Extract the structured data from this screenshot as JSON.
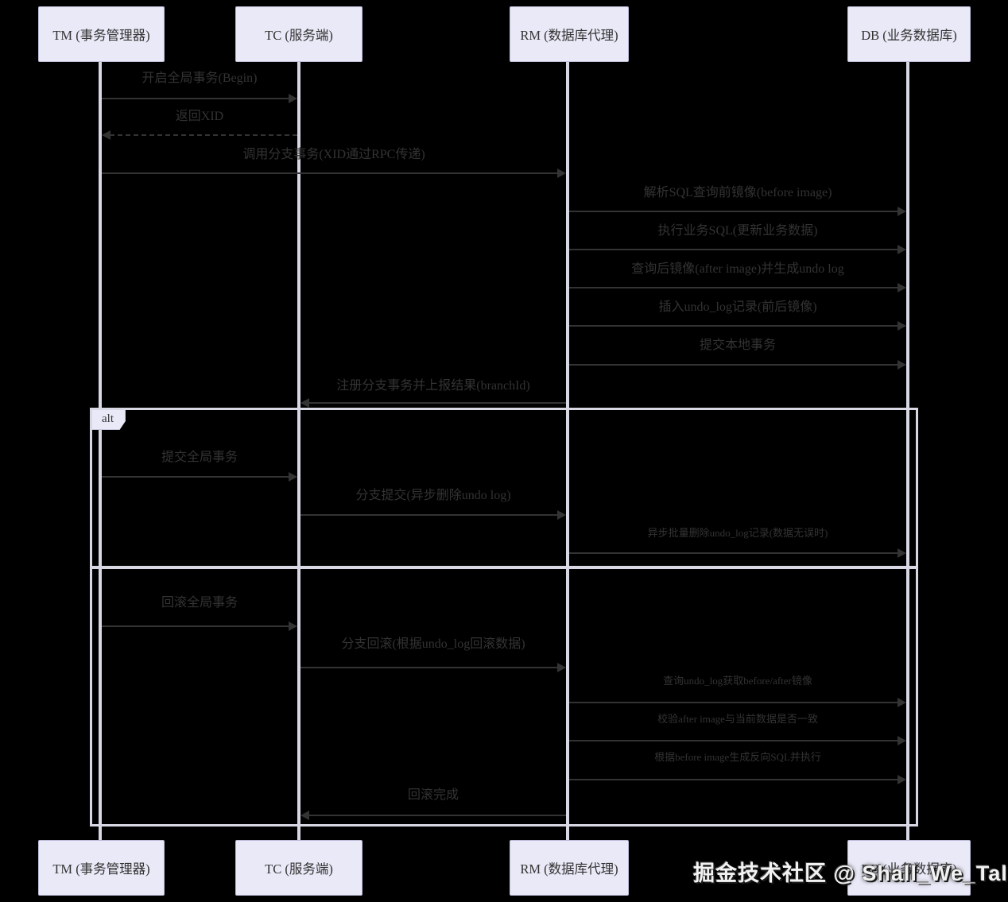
{
  "diagram": {
    "alt_label": "alt",
    "participants": [
      {
        "id": "TM",
        "label": "TM (事务管理器)"
      },
      {
        "id": "TC",
        "label": "TC (服务端)"
      },
      {
        "id": "RM",
        "label": "RM (数据库代理)"
      },
      {
        "id": "DB",
        "label": "DB (业务数据库)"
      }
    ],
    "messages": [
      {
        "from": "TM",
        "to": "TC",
        "label": "开启全局事务(Begin)",
        "style": "solid",
        "small": false
      },
      {
        "from": "TC",
        "to": "TM",
        "label": "返回XID",
        "style": "dashed",
        "small": false
      },
      {
        "from": "TM",
        "to": "RM",
        "label": "调用分支事务(XID通过RPC传递)",
        "style": "solid",
        "small": false
      },
      {
        "from": "RM",
        "to": "DB",
        "label": "解析SQL查询前镜像(before image)",
        "style": "solid",
        "small": false
      },
      {
        "from": "RM",
        "to": "DB",
        "label": "执行业务SQL(更新业务数据)",
        "style": "solid",
        "small": false
      },
      {
        "from": "RM",
        "to": "DB",
        "label": "查询后镜像(after image)并生成undo log",
        "style": "solid",
        "small": false
      },
      {
        "from": "RM",
        "to": "DB",
        "label": "插入undo_log记录(前后镜像)",
        "style": "solid",
        "small": false
      },
      {
        "from": "RM",
        "to": "DB",
        "label": "提交本地事务",
        "style": "solid",
        "small": false
      },
      {
        "from": "RM",
        "to": "TC",
        "label": "注册分支事务并上报结果(branchId)",
        "style": "solid",
        "small": false
      },
      {
        "from": "TM",
        "to": "TC",
        "label": "提交全局事务",
        "style": "solid",
        "small": false
      },
      {
        "from": "TC",
        "to": "RM",
        "label": "分支提交(异步删除undo log)",
        "style": "solid",
        "small": false
      },
      {
        "from": "RM",
        "to": "DB",
        "label": "异步批量删除undo_log记录(数据无误时)",
        "style": "solid",
        "small": true
      },
      {
        "from": "TM",
        "to": "TC",
        "label": "回滚全局事务",
        "style": "solid",
        "small": false
      },
      {
        "from": "TC",
        "to": "RM",
        "label": "分支回滚(根据undo_log回滚数据)",
        "style": "solid",
        "small": false
      },
      {
        "from": "RM",
        "to": "DB",
        "label": "查询undo_log获取before/after镜像",
        "style": "solid",
        "small": true
      },
      {
        "from": "RM",
        "to": "DB",
        "label": "校验after image与当前数据是否一致",
        "style": "solid",
        "small": true
      },
      {
        "from": "RM",
        "to": "DB",
        "label": "根据before image生成反向SQL并执行",
        "style": "solid",
        "small": true
      },
      {
        "from": "RM",
        "to": "TC",
        "label": "回滚完成",
        "style": "solid",
        "small": false
      }
    ]
  },
  "watermark": "掘金技术社区 @ Shall_We_Talk",
  "colors": {
    "background": "#000000",
    "message_ink": "#333333",
    "lifeline": "#d8d8e4",
    "participant_fill": "#e9e9f7",
    "participant_border": "#bcbcd8",
    "watermark_text": "#f2f2f2"
  }
}
